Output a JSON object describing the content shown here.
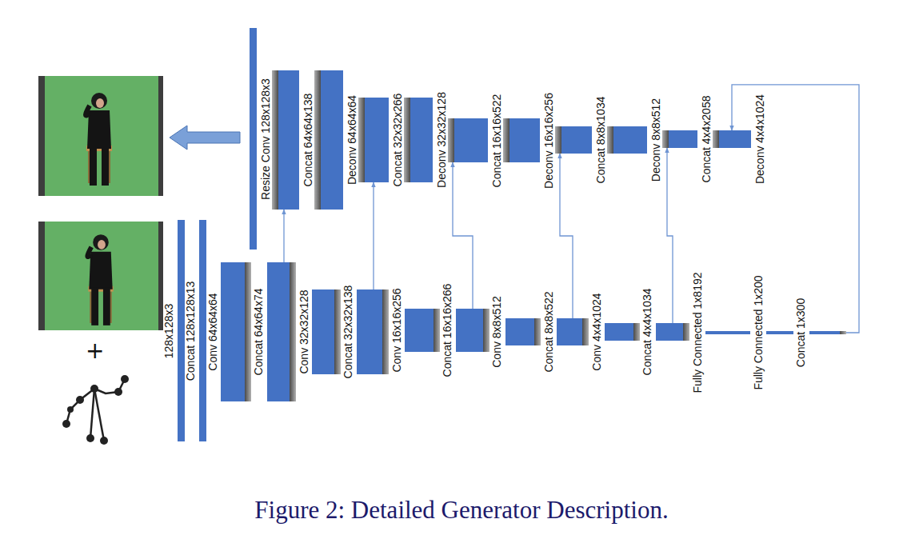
{
  "diagram": {
    "caption": "Figure 2: Detailed Generator Description.",
    "nodes": [
      {
        "text": [
          "Resize Conv 128x128x3"
        ]
      },
      {
        "text": [
          "Concat 64x64x138"
        ]
      },
      {
        "text": [
          "Deconv 64x64x64"
        ]
      },
      {
        "text": [
          "Concat 32x32x266"
        ]
      },
      {
        "text": [
          "Deconv 32x32x128"
        ]
      },
      {
        "text": [
          "Concat 16x16x522"
        ]
      },
      {
        "text": [
          "Deconv 16x16x256"
        ]
      },
      {
        "text": [
          "Concat 8x8x1034"
        ]
      },
      {
        "text": [
          "Deconv 8x8x512"
        ]
      },
      {
        "text": [
          "Concat 4x4x2058"
        ]
      },
      {
        "text": [
          "Deconv 4x4x1024"
        ]
      },
      {
        "text": [
          "128x128x3"
        ]
      },
      {
        "text": [
          "Concat 128x128x13"
        ]
      },
      {
        "text": [
          "Conv 64x64x64"
        ]
      },
      {
        "text": [
          "Concat 64x64x74"
        ]
      },
      {
        "text": [
          "Conv 32x32x128"
        ]
      },
      {
        "text": [
          "Concat 32x32x138"
        ]
      },
      {
        "text": [
          "Conv 16x16x256"
        ]
      },
      {
        "text": [
          "Concat 16x16x266"
        ]
      },
      {
        "text": [
          "Conv 8x8x512"
        ]
      },
      {
        "text": [
          "Concat 8x8x522"
        ]
      },
      {
        "text": [
          "Conv 4x4x1024"
        ]
      },
      {
        "text": [
          "Concat 4x4x1034"
        ]
      },
      {
        "text": [
          "Fully Connected 1x8192"
        ]
      },
      {
        "text": [
          "Fully Connected 1x200"
        ]
      },
      {
        "text": [
          "Concat 1x300"
        ]
      }
    ],
    "edges": [
      {
        "from": 14,
        "to": 1,
        "arrow": "to"
      },
      {
        "from": 16,
        "to": 3,
        "arrow": "to"
      },
      {
        "from": 18,
        "to": 5,
        "arrow": "to"
      },
      {
        "from": 20,
        "to": 7,
        "arrow": "to"
      },
      {
        "from": 22,
        "to": 9,
        "arrow": "to"
      },
      {
        "from": 25,
        "to": 10,
        "arrow": "to"
      }
    ],
    "labels": [
      "+"
    ]
  }
}
